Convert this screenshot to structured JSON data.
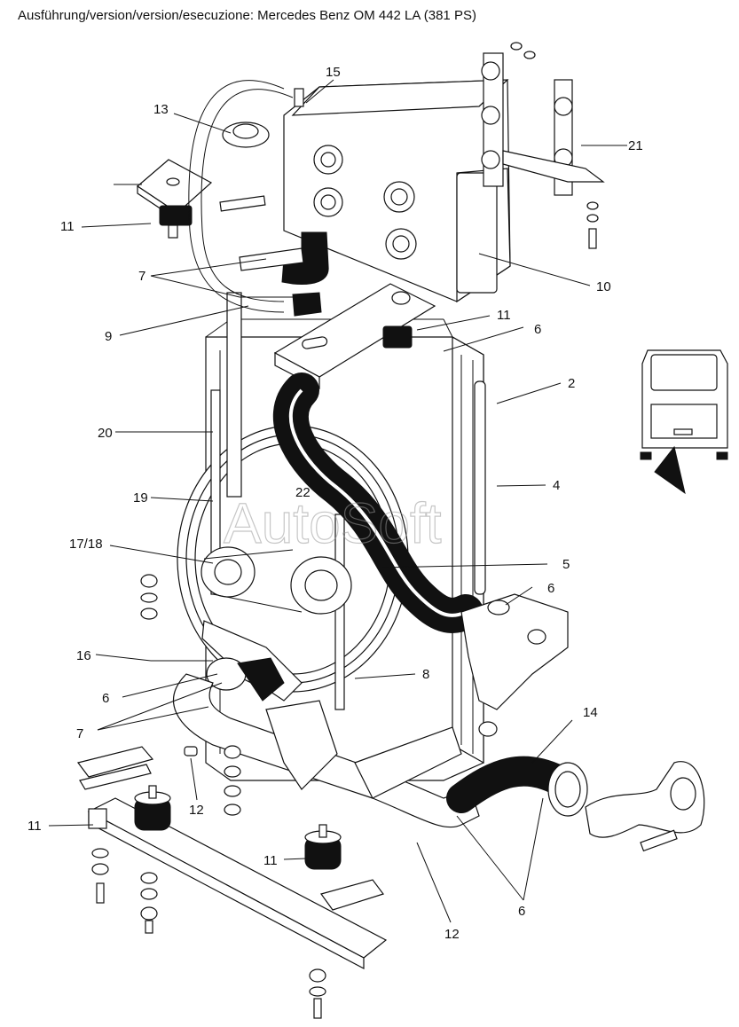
{
  "header": {
    "title": "Ausführung/version/version/esecuzione: Mercedes Benz OM 442 LA (381 PS)"
  },
  "watermark": "AutoSoft",
  "callouts": {
    "c15": "15",
    "c13": "13",
    "c21": "21",
    "c11a": "11",
    "c7a": "7",
    "c10": "10",
    "c9": "9",
    "c11b": "11",
    "c6a": "6",
    "c2": "2",
    "c20": "20",
    "c4": "4",
    "c19": "19",
    "c22": "22",
    "c1718": "17/18",
    "c5": "5",
    "c6b": "6",
    "c16": "16",
    "c8": "8",
    "c6c": "6",
    "c14": "14",
    "c7b": "7",
    "c12a": "12",
    "c11c": "11",
    "c11d": "11",
    "c6d": "6",
    "c12b": "12"
  }
}
